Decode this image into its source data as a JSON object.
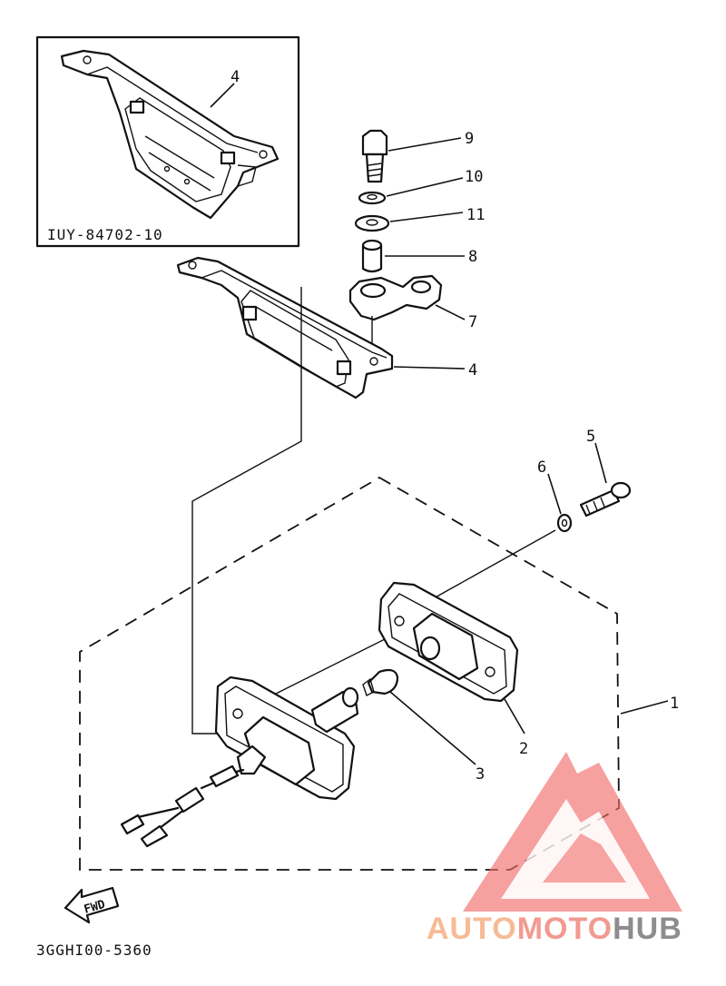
{
  "inset_part_number": "IUY-84702-10",
  "diagram_code": "3GGHI00-5360",
  "fwd_label": "FWD",
  "callouts": {
    "c1": "1",
    "c2": "2",
    "c3": "3",
    "c4_inset": "4",
    "c4_main": "4",
    "c5": "5",
    "c6": "6",
    "c7": "7",
    "c8": "8",
    "c9": "9",
    "c10": "10",
    "c11": "11"
  },
  "watermark": {
    "part1": "AUTO",
    "part2": "MOTO",
    "part3": "HUB",
    "colors": {
      "auto": "#f5b083",
      "moto": "#f0897e",
      "hub": "#7a7a7a",
      "triangle": "#f26b6b"
    }
  }
}
